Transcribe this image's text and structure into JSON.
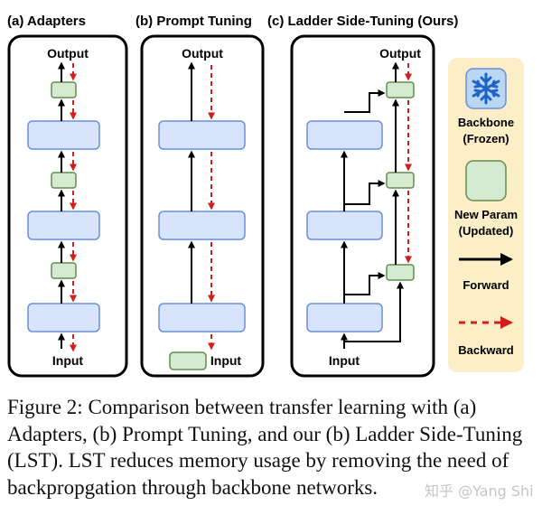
{
  "panels": {
    "a": {
      "title": "(a) Adapters",
      "output": "Output",
      "input": "Input"
    },
    "b": {
      "title": "(b) Prompt Tuning",
      "output": "Output",
      "input": "Input"
    },
    "c": {
      "title": "(c) Ladder Side-Tuning (Ours)",
      "output": "Output",
      "input": "Input"
    }
  },
  "legend": {
    "backbone": [
      "Backbone",
      "(Frozen)"
    ],
    "new_param": [
      "New Param",
      "(Updated)"
    ],
    "forward": "Forward",
    "backward": "Backward",
    "snowflake_icon": "snowflake-icon"
  },
  "colors": {
    "backbone_fill": "#d7e4fb",
    "backbone_stroke": "#6b8fd6",
    "param_fill": "#d5ead0",
    "param_stroke": "#5f8f4c",
    "backward_arrow": "#d11f1f",
    "legend_bg": "#fcefc7",
    "snowflake_bg": "#b9d7f3",
    "snowflake_icon": "#1f63c6"
  },
  "caption": "Figure 2: Comparison between transfer learning with (a) Adapters, (b) Prompt Tuning, and our (b) Ladder Side-Tuning (LST). LST reduces memory usage by removing the need of backpropgation through backbone networks.",
  "watermark": "知乎 @Yang Shi"
}
